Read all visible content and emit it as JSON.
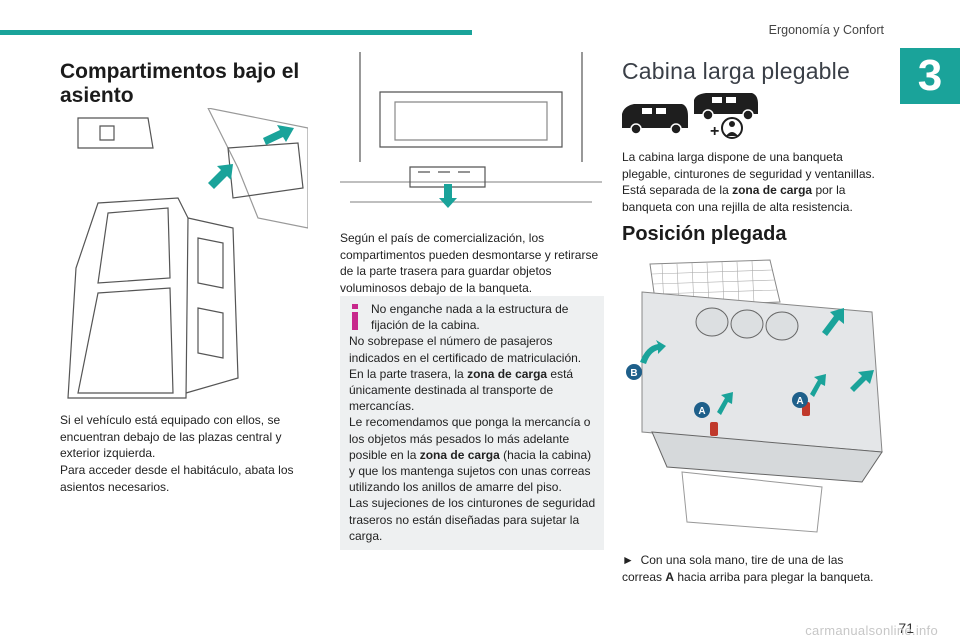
{
  "header": {
    "title": "Ergonomía y Confort",
    "chapter_number": "3"
  },
  "left": {
    "heading": "Compartimentos bajo el asiento",
    "text": "Si el vehículo está equipado con ellos, se encuentran debajo de las plazas central y exterior izquierda.\nPara acceder desde el habitáculo, abata los asientos necesarios."
  },
  "middle": {
    "text": "Según el país de comercialización, los compartimentos pueden desmontarse y retirarse de la parte trasera para guardar objetos voluminosos debajo de la banqueta.",
    "info": {
      "l1": "No enganche nada a la estructura de fijación de la cabina.",
      "l2": "No sobrepase el número de pasajeros indicados en el certificado de matriculación.",
      "l3a": "En la parte trasera, la ",
      "l3b": "zona de carga",
      "l3c": " está únicamente destinada al transporte de mercancías.",
      "l4a": "Le recomendamos que ponga la mercancía o los objetos más pesados lo más adelante posible en la ",
      "l4b": "zona de carga",
      "l4c": " (hacia la cabina) y que los mantenga sujetos con unas correas utilizando los anillos de amarre del piso.",
      "l5": "Las sujeciones de los cinturones de seguridad traseros no están diseñadas para sujetar la carga."
    }
  },
  "right": {
    "heading1": "Cabina larga plegable",
    "text1a": "La cabina larga dispone de una banqueta plegable, cinturones de seguridad y ventanillas. Está separada de la ",
    "text1b": "zona de carga",
    "text1c": " por la banqueta con una rejilla de alta resistencia.",
    "heading2": "Posición plegada",
    "label_a": "A",
    "label_b": "B",
    "plus": "+",
    "bullet": "►",
    "step_a": "Con una sola mano, tire de una de las correas ",
    "step_b": "A",
    "step_c": " hacia arriba para plegar la banqueta."
  },
  "footer": {
    "page": "71",
    "watermark": "carmanualsonline.info"
  },
  "colors": {
    "accent": "#1aa39a",
    "info_bg": "#eef0f1",
    "info_icon": "#c8288c"
  }
}
